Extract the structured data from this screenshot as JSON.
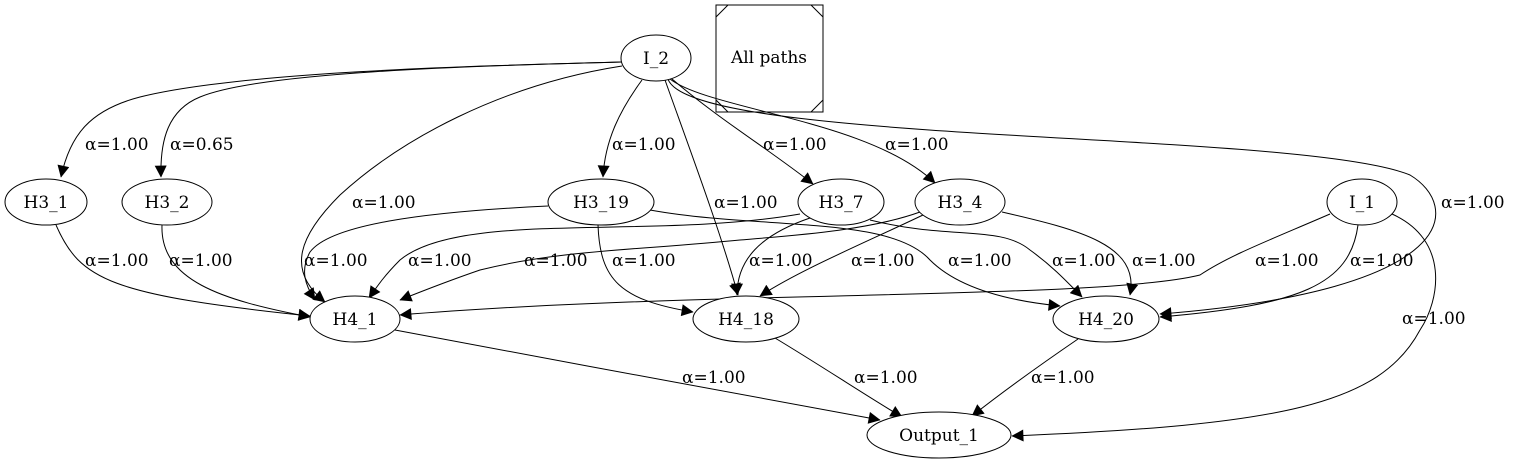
{
  "legend": {
    "label": "All paths"
  },
  "nodes": [
    {
      "id": "I_2",
      "label": "I_2"
    },
    {
      "id": "H3_1",
      "label": "H3_1"
    },
    {
      "id": "H3_2",
      "label": "H3_2"
    },
    {
      "id": "H3_19",
      "label": "H3_19"
    },
    {
      "id": "H3_7",
      "label": "H3_7"
    },
    {
      "id": "H3_4",
      "label": "H3_4"
    },
    {
      "id": "I_1",
      "label": "I_1"
    },
    {
      "id": "H4_1",
      "label": "H4_1"
    },
    {
      "id": "H4_18",
      "label": "H4_18"
    },
    {
      "id": "H4_20",
      "label": "H4_20"
    },
    {
      "id": "Output_1",
      "label": "Output_1"
    }
  ],
  "edges": [
    {
      "id": "e01",
      "from": "I_2",
      "to": "H3_1",
      "label": "α=1.00"
    },
    {
      "id": "e02",
      "from": "I_2",
      "to": "H3_2",
      "label": "α=0.65"
    },
    {
      "id": "e03",
      "from": "I_2",
      "to": "H4_1",
      "label": "α=1.00"
    },
    {
      "id": "e04",
      "from": "I_2",
      "to": "H3_19",
      "label": "α=1.00"
    },
    {
      "id": "e05",
      "from": "I_2",
      "to": "H4_18",
      "label": "α=1.00"
    },
    {
      "id": "e06",
      "from": "I_2",
      "to": "H3_7",
      "label": "α=1.00"
    },
    {
      "id": "e07",
      "from": "I_2",
      "to": "H3_4",
      "label": "α=1.00"
    },
    {
      "id": "e08",
      "from": "I_2",
      "to": "H4_20",
      "label": "α=1.00"
    },
    {
      "id": "e09",
      "from": "H3_1",
      "to": "H4_1",
      "label": "α=1.00"
    },
    {
      "id": "e10",
      "from": "H3_2",
      "to": "H4_1",
      "label": "α=1.00"
    },
    {
      "id": "e11",
      "from": "H3_19",
      "to": "H4_1",
      "label": "α=1.00"
    },
    {
      "id": "e12",
      "from": "H3_7",
      "to": "H4_1",
      "label": "α=1.00"
    },
    {
      "id": "e13",
      "from": "H3_4",
      "to": "H4_1",
      "label": "α=1.00"
    },
    {
      "id": "e14",
      "from": "H3_19",
      "to": "H4_18",
      "label": "α=1.00"
    },
    {
      "id": "e15",
      "from": "H3_7",
      "to": "H4_18",
      "label": "α=1.00"
    },
    {
      "id": "e16",
      "from": "H3_4",
      "to": "H4_18",
      "label": "α=1.00"
    },
    {
      "id": "e17",
      "from": "H3_19",
      "to": "H4_20",
      "label": "α=1.00"
    },
    {
      "id": "e18",
      "from": "H3_7",
      "to": "H4_20",
      "label": "α=1.00"
    },
    {
      "id": "e19",
      "from": "H3_4",
      "to": "H4_20",
      "label": "α=1.00"
    },
    {
      "id": "e20",
      "from": "I_1",
      "to": "H4_1",
      "label": "α=1.00"
    },
    {
      "id": "e21",
      "from": "I_1",
      "to": "H4_20",
      "label": "α=1.00"
    },
    {
      "id": "e22",
      "from": "I_1",
      "to": "Output_1",
      "label": "α=1.00"
    },
    {
      "id": "e23",
      "from": "H4_1",
      "to": "Output_1",
      "label": "α=1.00"
    },
    {
      "id": "e24",
      "from": "H4_18",
      "to": "Output_1",
      "label": "α=1.00"
    },
    {
      "id": "e25",
      "from": "H4_20",
      "to": "Output_1",
      "label": "α=1.00"
    }
  ]
}
